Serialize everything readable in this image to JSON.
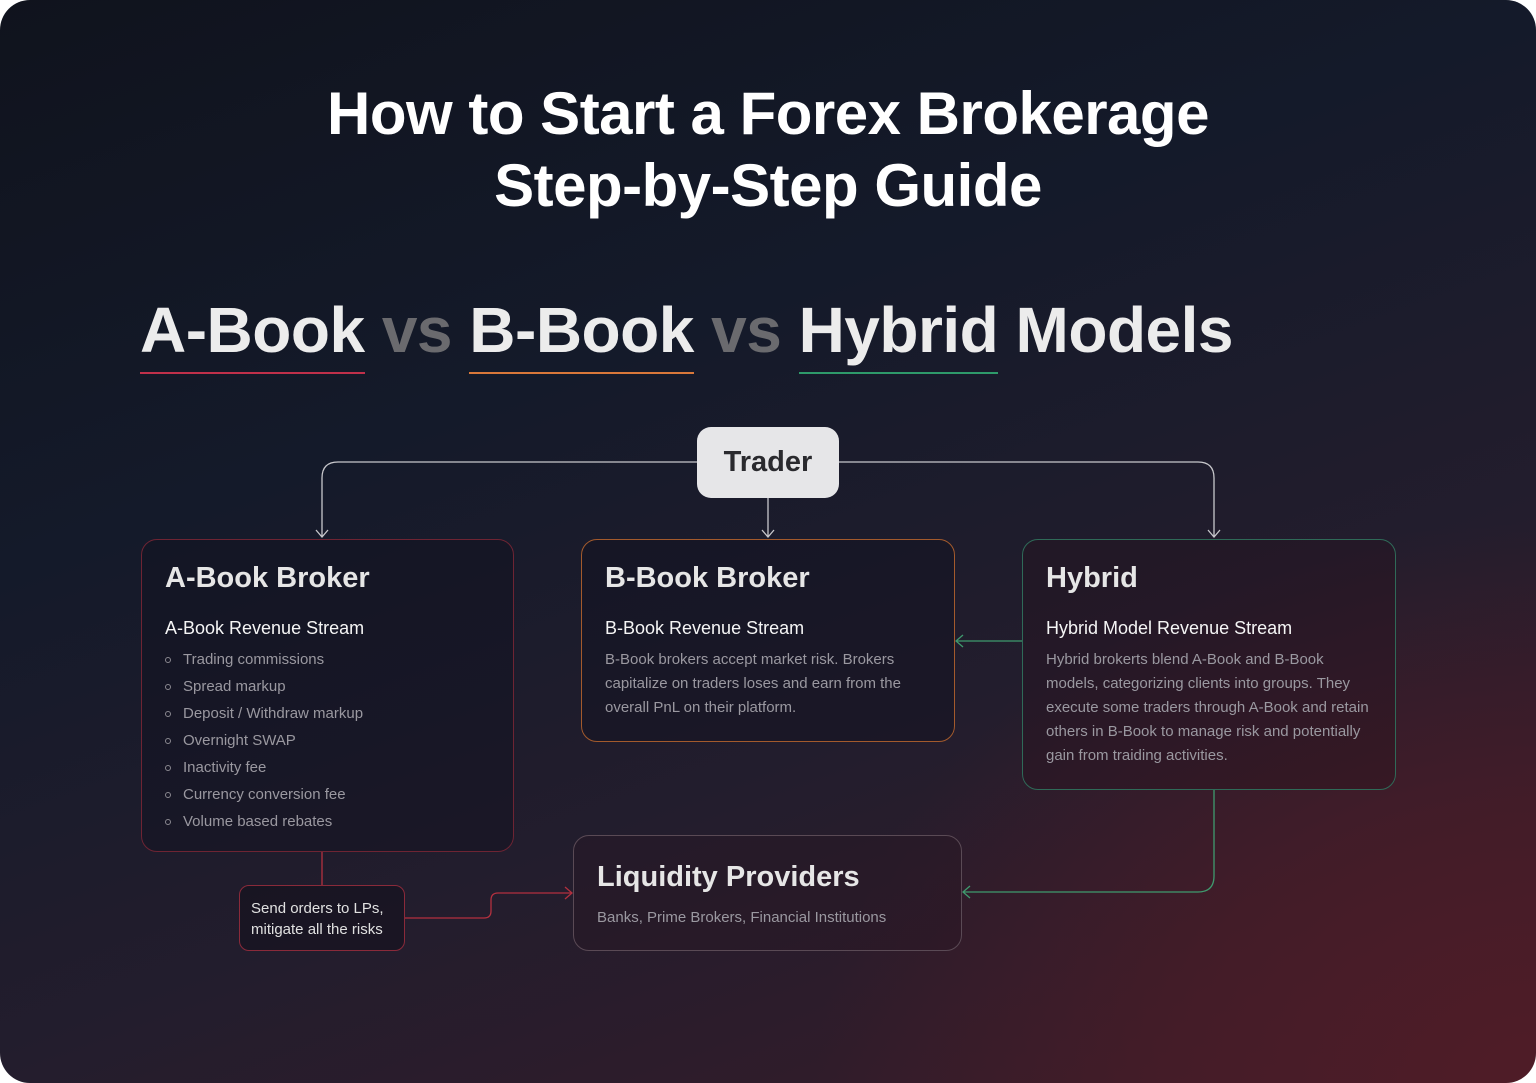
{
  "title": {
    "line1": "How to Start a Forex Brokerage",
    "line2": "Step-by-Step Guide"
  },
  "headline": {
    "word1": "A-Book",
    "vs1": "vs",
    "word2": "B-Book",
    "vs2": "vs",
    "word3": "Hybrid",
    "word4": "Models",
    "colors": {
      "a_book": "#c0304a",
      "b_book": "#d9783a",
      "hybrid": "#2e9a6a"
    }
  },
  "diagram": {
    "root": {
      "label": "Trader"
    },
    "a_book": {
      "title": "A-Book Broker",
      "subtitle": "A-Book Revenue Stream",
      "border_color": "#6e2433",
      "items": [
        "Trading commissions",
        "Spread markup",
        "Deposit / Withdraw markup",
        "Overnight SWAP",
        "Inactivity fee",
        "Currency conversion fee",
        "Volume based rebates"
      ]
    },
    "b_book": {
      "title": "B-Book Broker",
      "subtitle": "B-Book Revenue Stream",
      "border_color": "#a35a2c",
      "description": "B-Book brokers accept market risk. Brokers capitalize on traders loses and earn from the overall PnL on their platform."
    },
    "hybrid": {
      "title": "Hybrid",
      "subtitle": "Hybrid Model Revenue Stream",
      "border_color": "#2f6a58",
      "description": "Hybrid brokerts blend A-Book and B-Book models, categorizing clients into groups. They execute some traders through A-Book and retain others in B-Book to manage risk and potentially gain from traiding activities."
    },
    "note": {
      "line1": "Send orders to LPs,",
      "line2": "mitigate all the risks"
    },
    "liquidity": {
      "title": "Liquidity Providers",
      "description": "Banks, Prime Brokers, Financial Institutions",
      "border_color": "#5a4a55"
    },
    "connector_colors": {
      "trader": "#c8c8cc",
      "a_book": "#b3303f",
      "hybrid": "#3f9a6e"
    }
  }
}
